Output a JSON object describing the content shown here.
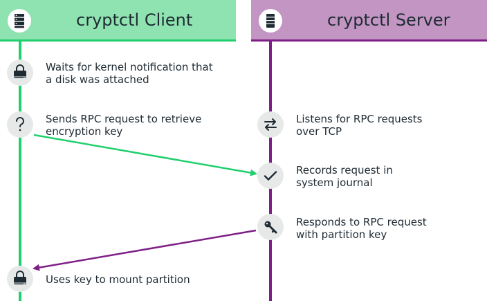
{
  "client": {
    "title": "cryptctl Client",
    "icon": "server-rack-icon",
    "lane_color": "#1fd06c",
    "header_color": "#8fe3b1"
  },
  "server": {
    "title": "cryptctl Server",
    "icon": "server-stack-icon",
    "lane_color": "#7e1f85",
    "header_color": "#c295c3"
  },
  "steps": [
    {
      "lane": "client",
      "icon": "disk-lock-icon",
      "line1": "Waits for kernel notification that",
      "line2": "a disk was attached"
    },
    {
      "lane": "client",
      "icon": "question-mark-icon",
      "line1": "Sends RPC request to retrieve",
      "line2": "encryption key"
    },
    {
      "lane": "server",
      "icon": "swap-arrows-icon",
      "line1": "Listens for RPC requests",
      "line2": "over TCP"
    },
    {
      "lane": "server",
      "icon": "checkmark-icon",
      "line1": "Records request in",
      "line2": "system journal"
    },
    {
      "lane": "server",
      "icon": "key-icon",
      "line1": "Responds to RPC request",
      "line2": "with partition key"
    },
    {
      "lane": "client",
      "icon": "disk-lock-icon",
      "line1": "Uses key to mount partition",
      "line2": ""
    }
  ],
  "messages": [
    {
      "from": "client",
      "to": "server",
      "color": "#1fd06c"
    },
    {
      "from": "server",
      "to": "client",
      "color": "#7e1f85"
    }
  ]
}
